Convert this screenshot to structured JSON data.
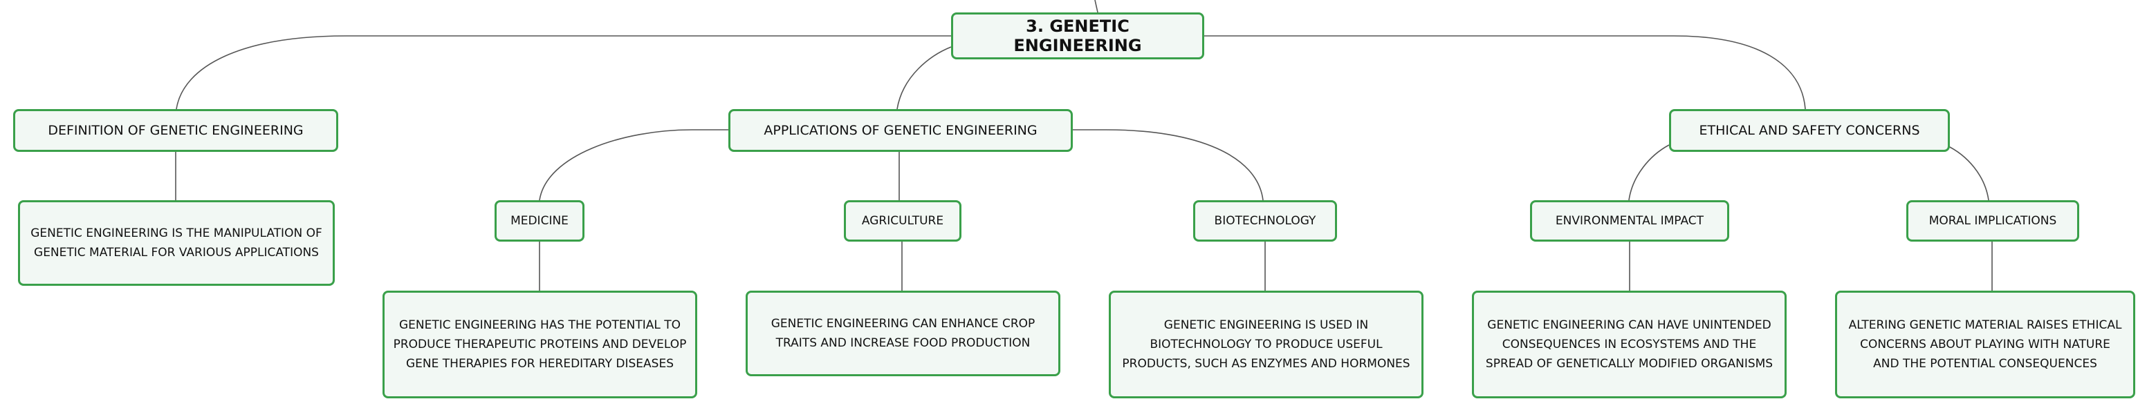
{
  "diagram": {
    "root": {
      "label": "3. GENETIC ENGINEERING"
    },
    "branches": {
      "definition": {
        "label": "DEFINITION OF GENETIC ENGINEERING",
        "detail": "GENETIC ENGINEERING IS THE MANIPULATION OF GENETIC MATERIAL FOR VARIOUS APPLICATIONS"
      },
      "applications": {
        "label": "APPLICATIONS OF GENETIC ENGINEERING",
        "medicine": {
          "label": "MEDICINE",
          "detail": "GENETIC ENGINEERING HAS THE POTENTIAL TO PRODUCE THERAPEUTIC PROTEINS AND DEVELOP GENE THERAPIES FOR HEREDITARY DISEASES"
        },
        "agriculture": {
          "label": "AGRICULTURE",
          "detail": "GENETIC ENGINEERING CAN ENHANCE CROP TRAITS AND INCREASE FOOD PRODUCTION"
        },
        "biotechnology": {
          "label": "BIOTECHNOLOGY",
          "detail": "GENETIC ENGINEERING IS USED IN BIOTECHNOLOGY TO PRODUCE USEFUL PRODUCTS, SUCH AS ENZYMES AND HORMONES"
        }
      },
      "ethics": {
        "label": "ETHICAL AND SAFETY CONCERNS",
        "environmental": {
          "label": "ENVIRONMENTAL IMPACT",
          "detail": "GENETIC ENGINEERING CAN HAVE UNINTENDED CONSEQUENCES IN ECOSYSTEMS AND THE SPREAD OF GENETICALLY MODIFIED ORGANISMS"
        },
        "moral": {
          "label": "MORAL IMPLICATIONS",
          "detail": "ALTERING GENETIC MATERIAL RAISES ETHICAL CONCERNS ABOUT PLAYING WITH NATURE AND THE POTENTIAL CONSEQUENCES"
        }
      }
    },
    "colors": {
      "border": "#3aa04a",
      "fill": "#f2f8f4",
      "line": "#555555",
      "text": "#111111"
    }
  }
}
